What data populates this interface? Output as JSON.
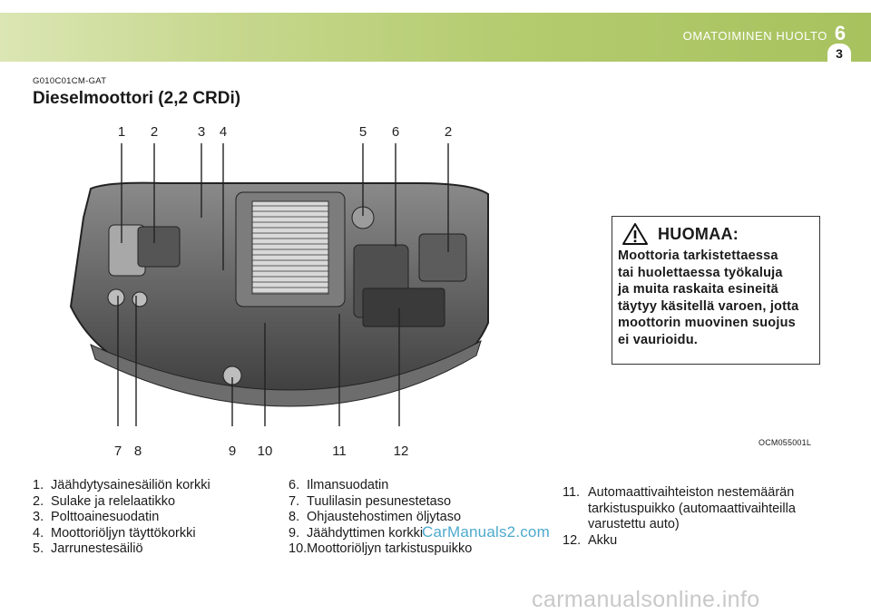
{
  "header": {
    "section_title": "OMATOIMINEN HUOLTO",
    "chapter": "6",
    "page": "3"
  },
  "doc_code": "G010C01CM-GAT",
  "title": "Dieselmoottori (2,2 CRDi)",
  "figure": {
    "top_callouts": [
      "1",
      "2",
      "3",
      "4",
      "5",
      "6",
      "2"
    ],
    "bottom_callouts": [
      "7",
      "8",
      "9",
      "10",
      "11",
      "12"
    ],
    "code": "OCM055001L"
  },
  "notice": {
    "title": "HUOMAA:",
    "lines": [
      "Moottoria tarkistettaessa",
      "tai huolettaessa työkaluja",
      "ja muita raskaita esineitä",
      "täytyy käsitellä varoen, jotta",
      "moottorin muovinen suojus",
      "ei vaurioidu."
    ]
  },
  "legend": [
    {
      "num": "1.",
      "text": "Jäähdytysainesäiliön korkki"
    },
    {
      "num": "2.",
      "text": "Sulake ja relelaatikko"
    },
    {
      "num": "3.",
      "text": "Polttoainesuodatin"
    },
    {
      "num": "4.",
      "text": "Moottoriöljyn täyttökorkki"
    },
    {
      "num": "5.",
      "text": "Jarrunestesäiliö"
    },
    {
      "num": "6.",
      "text": "Ilmansuodatin"
    },
    {
      "num": "7.",
      "text": "Tuulilasin pesunestetaso"
    },
    {
      "num": "8.",
      "text": "Ohjaustehostimen öljytaso"
    },
    {
      "num": "9.",
      "text": "Jäähdyttimen korkki"
    },
    {
      "num": "10.",
      "text": "Moottoriöljyn tarkistuspuikko"
    },
    {
      "num": "11.",
      "text": "Automaattivaihteiston nestemäärän",
      "cont": [
        "tarkistuspuikko (automaattivaihteilla",
        "varustettu auto)"
      ]
    },
    {
      "num": "12.",
      "text": "Akku"
    }
  ],
  "watermarks": {
    "overlay": "CarManuals2.com",
    "footer": "carmanualsonline.info"
  }
}
